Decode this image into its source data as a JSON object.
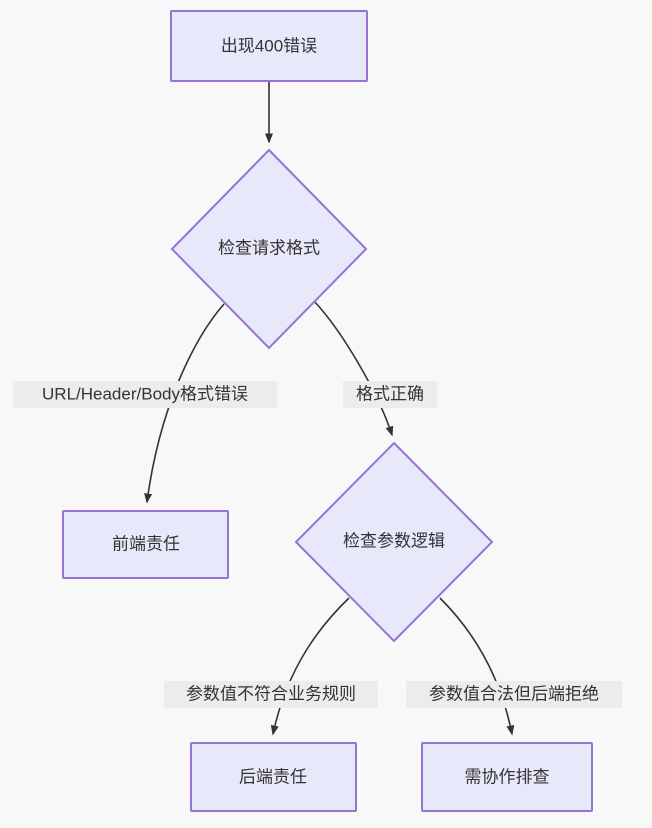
{
  "diagram": {
    "type": "flowchart",
    "orientation": "top-down",
    "background_color": "#f8f8f8",
    "node_fill_color": "#e8e8fb",
    "node_border_color": "#9673d4",
    "text_color": "#333333",
    "edge_color": "#333333",
    "edge_label_bg_color": "#ececec",
    "nodes": [
      {
        "id": "n1",
        "label": "出现400错误",
        "shape": "rectangle"
      },
      {
        "id": "n2",
        "label": "检查请求格式",
        "shape": "diamond"
      },
      {
        "id": "n3",
        "label": "前端责任",
        "shape": "rectangle"
      },
      {
        "id": "n4",
        "label": "检查参数逻辑",
        "shape": "diamond"
      },
      {
        "id": "n5",
        "label": "后端责任",
        "shape": "rectangle"
      },
      {
        "id": "n6",
        "label": "需协作排查",
        "shape": "rectangle"
      }
    ],
    "edges": [
      {
        "from": "n1",
        "to": "n2",
        "label": ""
      },
      {
        "from": "n2",
        "to": "n3",
        "label": "URL/Header/Body格式错误"
      },
      {
        "from": "n2",
        "to": "n4",
        "label": "格式正确"
      },
      {
        "from": "n4",
        "to": "n5",
        "label": "参数值不符合业务规则"
      },
      {
        "from": "n4",
        "to": "n6",
        "label": "参数值合法但后端拒绝"
      }
    ]
  }
}
